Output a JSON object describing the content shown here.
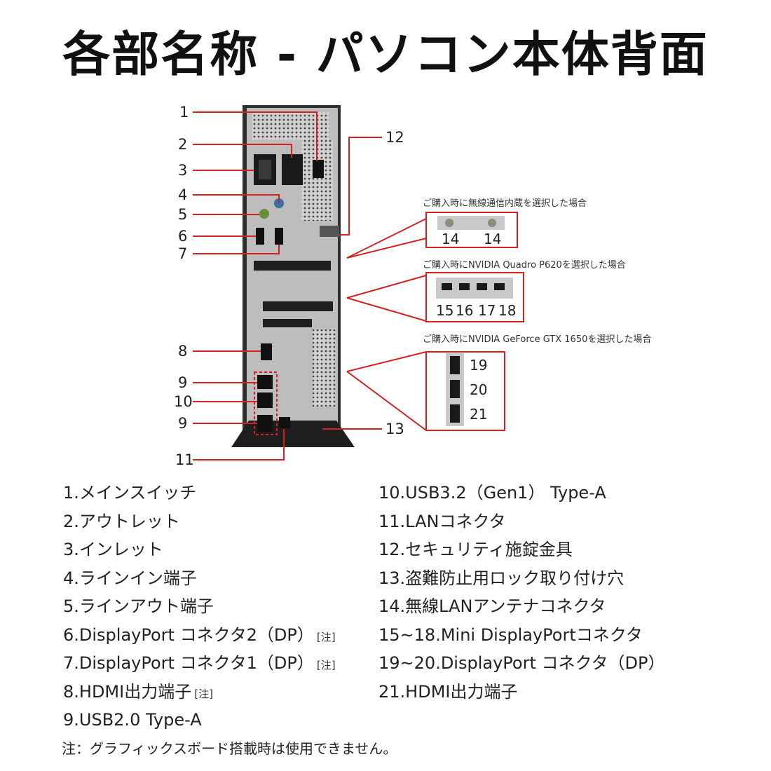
{
  "title": "各部名称 - パソコン本体背面",
  "callouts": {
    "c1": "1",
    "c2": "2",
    "c3": "3",
    "c4": "4",
    "c5": "5",
    "c6": "6",
    "c7": "7",
    "c8": "8",
    "c9a": "9",
    "c10": "10",
    "c9b": "9",
    "c11": "11",
    "c12": "12",
    "c13": "13"
  },
  "options": {
    "wireless": {
      "caption": "ご購入時に無線通信内蔵を選択した場合",
      "ports": [
        "14",
        "14"
      ]
    },
    "quadro": {
      "caption": "ご購入時にNVIDIA Quadro P620を選択した場合",
      "ports": [
        "15",
        "16",
        "17",
        "18"
      ]
    },
    "gtx": {
      "caption": "ご購入時にNVIDIA GeForce GTX 1650を選択した場合",
      "ports": [
        "19",
        "20",
        "21"
      ]
    }
  },
  "legend_left": [
    {
      "text": "1.メインスイッチ",
      "note": ""
    },
    {
      "text": "2.アウトレット",
      "note": ""
    },
    {
      "text": "3.インレット",
      "note": ""
    },
    {
      "text": "4.ラインイン端子",
      "note": ""
    },
    {
      "text": "5.ラインアウト端子",
      "note": ""
    },
    {
      "text": "6.DisplayPort コネクタ2（DP）",
      "note": "[注]"
    },
    {
      "text": "7.DisplayPort コネクタ1（DP）",
      "note": "[注]"
    },
    {
      "text": "8.HDMI出力端子",
      "note": "[注]"
    },
    {
      "text": "9.USB2.0 Type-A",
      "note": ""
    }
  ],
  "legend_right": [
    {
      "text": "10.USB3.2（Gen1） Type-A",
      "note": ""
    },
    {
      "text": "11.LANコネクタ",
      "note": ""
    },
    {
      "text": "12.セキュリティ施錠金具",
      "note": ""
    },
    {
      "text": "13.盗難防止用ロック取り付け穴",
      "note": ""
    },
    {
      "text": "14.無線LANアンテナコネクタ",
      "note": ""
    },
    {
      "text": "15~18.Mini DisplayPortコネクタ",
      "note": ""
    },
    {
      "text": "19~20.DisplayPort コネクタ（DP）",
      "note": ""
    },
    {
      "text": "21.HDMI出力端子",
      "note": ""
    }
  ],
  "footnote": "注：グラフィックスボード搭載時は使用できません。",
  "colors": {
    "callout_line": "#d42020",
    "chassis": "#b8b8b8",
    "chassis_dark": "#2a2a2a",
    "port_box": "#c9c9c9"
  }
}
